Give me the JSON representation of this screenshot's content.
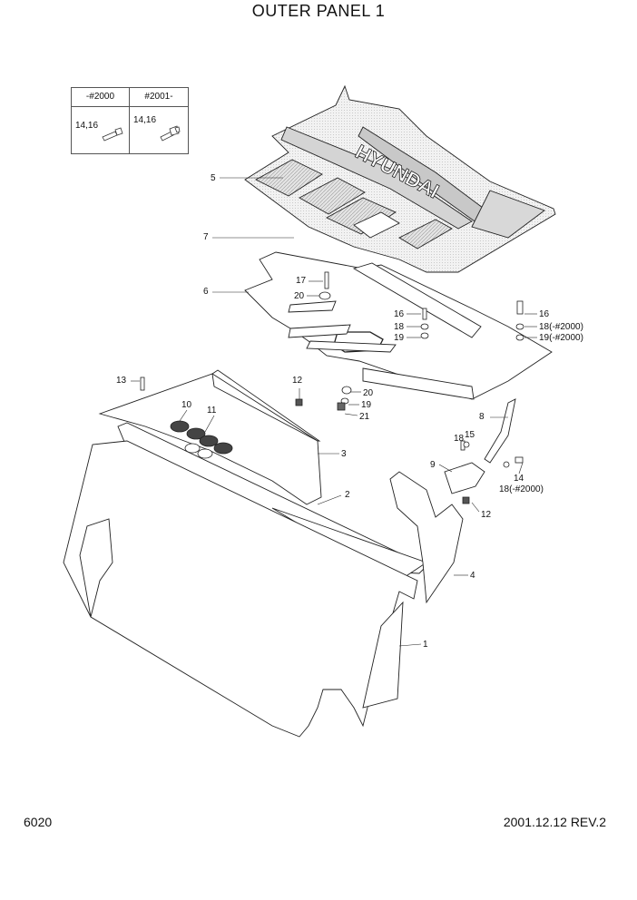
{
  "title": "OUTER PANEL 1",
  "legend": {
    "col1_header": "-#2000",
    "col2_header": "#2001-",
    "col1_label": "14,16",
    "col2_label": "14,16"
  },
  "brand_text": "HYUNDAI",
  "callouts": {
    "c1": "1",
    "c2": "2",
    "c3": "3",
    "c4": "4",
    "c5": "5",
    "c6": "6",
    "c7": "7",
    "c8": "8",
    "c9": "9",
    "c10": "10",
    "c11": "11",
    "c12a": "12",
    "c12b": "12",
    "c13": "13",
    "c14": "14",
    "c15": "15",
    "c16a": "16",
    "c16b": "16",
    "c17": "17",
    "c18a": "18",
    "c18b": "18(-#2000)",
    "c18c": "18",
    "c18d": "18(-#2000)",
    "c19a": "19",
    "c19b": "19(-#2000)",
    "c19c": "19",
    "c20a": "20",
    "c20b": "20",
    "c21": "21"
  },
  "footer": {
    "page_number": "6020",
    "revision": "2001.12.12 REV.2"
  }
}
